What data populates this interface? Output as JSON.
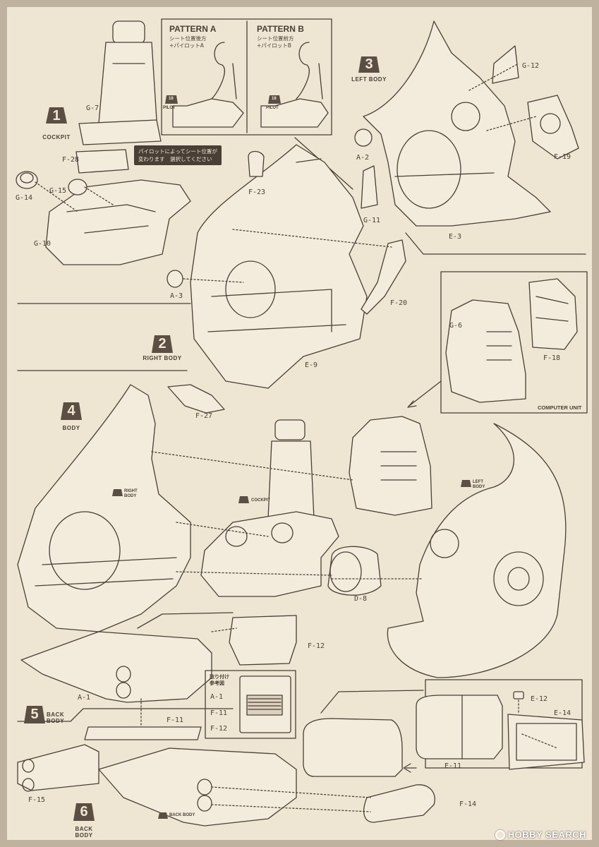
{
  "steps": [
    {
      "num": "1",
      "name": "COCKPIT"
    },
    {
      "num": "2",
      "name": "RIGHT BODY"
    },
    {
      "num": "3",
      "name": "LEFT BODY"
    },
    {
      "num": "4",
      "name": "BODY"
    },
    {
      "num": "5",
      "name": "BACK\nBODY"
    },
    {
      "num": "6",
      "name": "BACK\nBODY"
    }
  ],
  "pattern_a": {
    "title": "PATTERN A",
    "sub1": "シート位置後方",
    "sub2": "+パイロットA"
  },
  "pattern_b": {
    "title": "PATTERN B",
    "sub1": "シート位置前方",
    "sub2": "+パイロットB"
  },
  "pilot_badge": "PILOT",
  "pilot_badge_num": "18",
  "note": {
    "line1": "パイロットによってシート位置が",
    "line2": "変わります　選択してください"
  },
  "computer_unit": "COMPUTER UNIT",
  "ref_box": {
    "title1": "取り付け",
    "title2": "参考図",
    "a": "A-1",
    "b": "F-11",
    "c": "F-12"
  },
  "refs": {
    "right_body": "RIGHT\nBODY",
    "cockpit": "COCKPIT",
    "left_body": "LEFT\nBODY",
    "back_body": "BACK BODY"
  },
  "parts": {
    "g7": "G-7",
    "f28": "F-28",
    "g15": "G-15",
    "g14": "G-14",
    "g10": "G-10",
    "f23": "F-23",
    "a3": "A-3",
    "f20": "F-20",
    "e9": "E-9",
    "g12": "G-12",
    "a2": "A-2",
    "g11": "G-11",
    "f19": "F-19",
    "e3": "E-3",
    "g6": "G-6",
    "f18": "F-18",
    "f27": "F-27",
    "d8": "D-8",
    "f12": "F-12",
    "a1": "A-1",
    "f11": "F-11",
    "e12": "E-12",
    "e14": "E-14",
    "e11": "E-11",
    "f15": "F-15",
    "f14": "F-14"
  },
  "watermark": "HOBBY SEARCH"
}
